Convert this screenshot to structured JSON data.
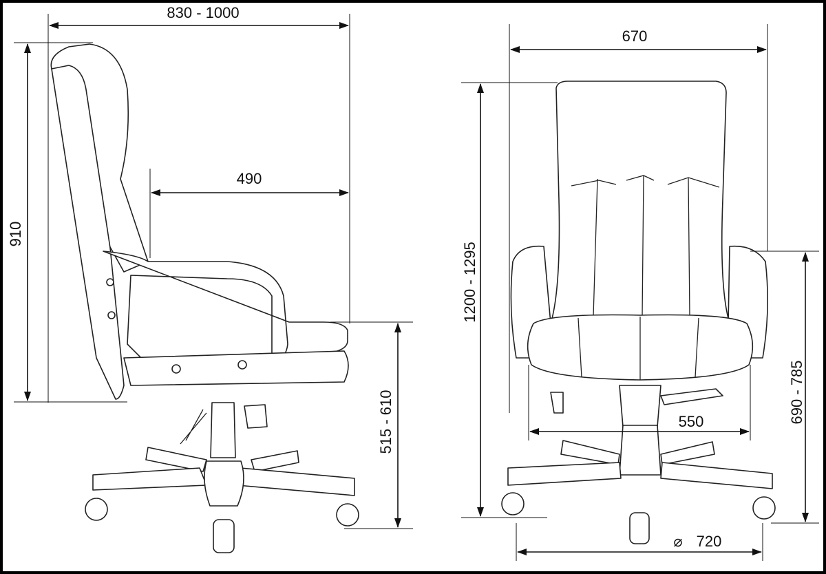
{
  "side_view": {
    "overall_depth": "830 - 1000",
    "back_height": "910",
    "seat_depth": "490",
    "seat_height": "515 - 610"
  },
  "front_view": {
    "overall_width": "670",
    "overall_height": "1200 - 1295",
    "armrest_height": "690 - 785",
    "seat_width": "550",
    "base_diameter_symbol": "⌀",
    "base_diameter": "720"
  }
}
